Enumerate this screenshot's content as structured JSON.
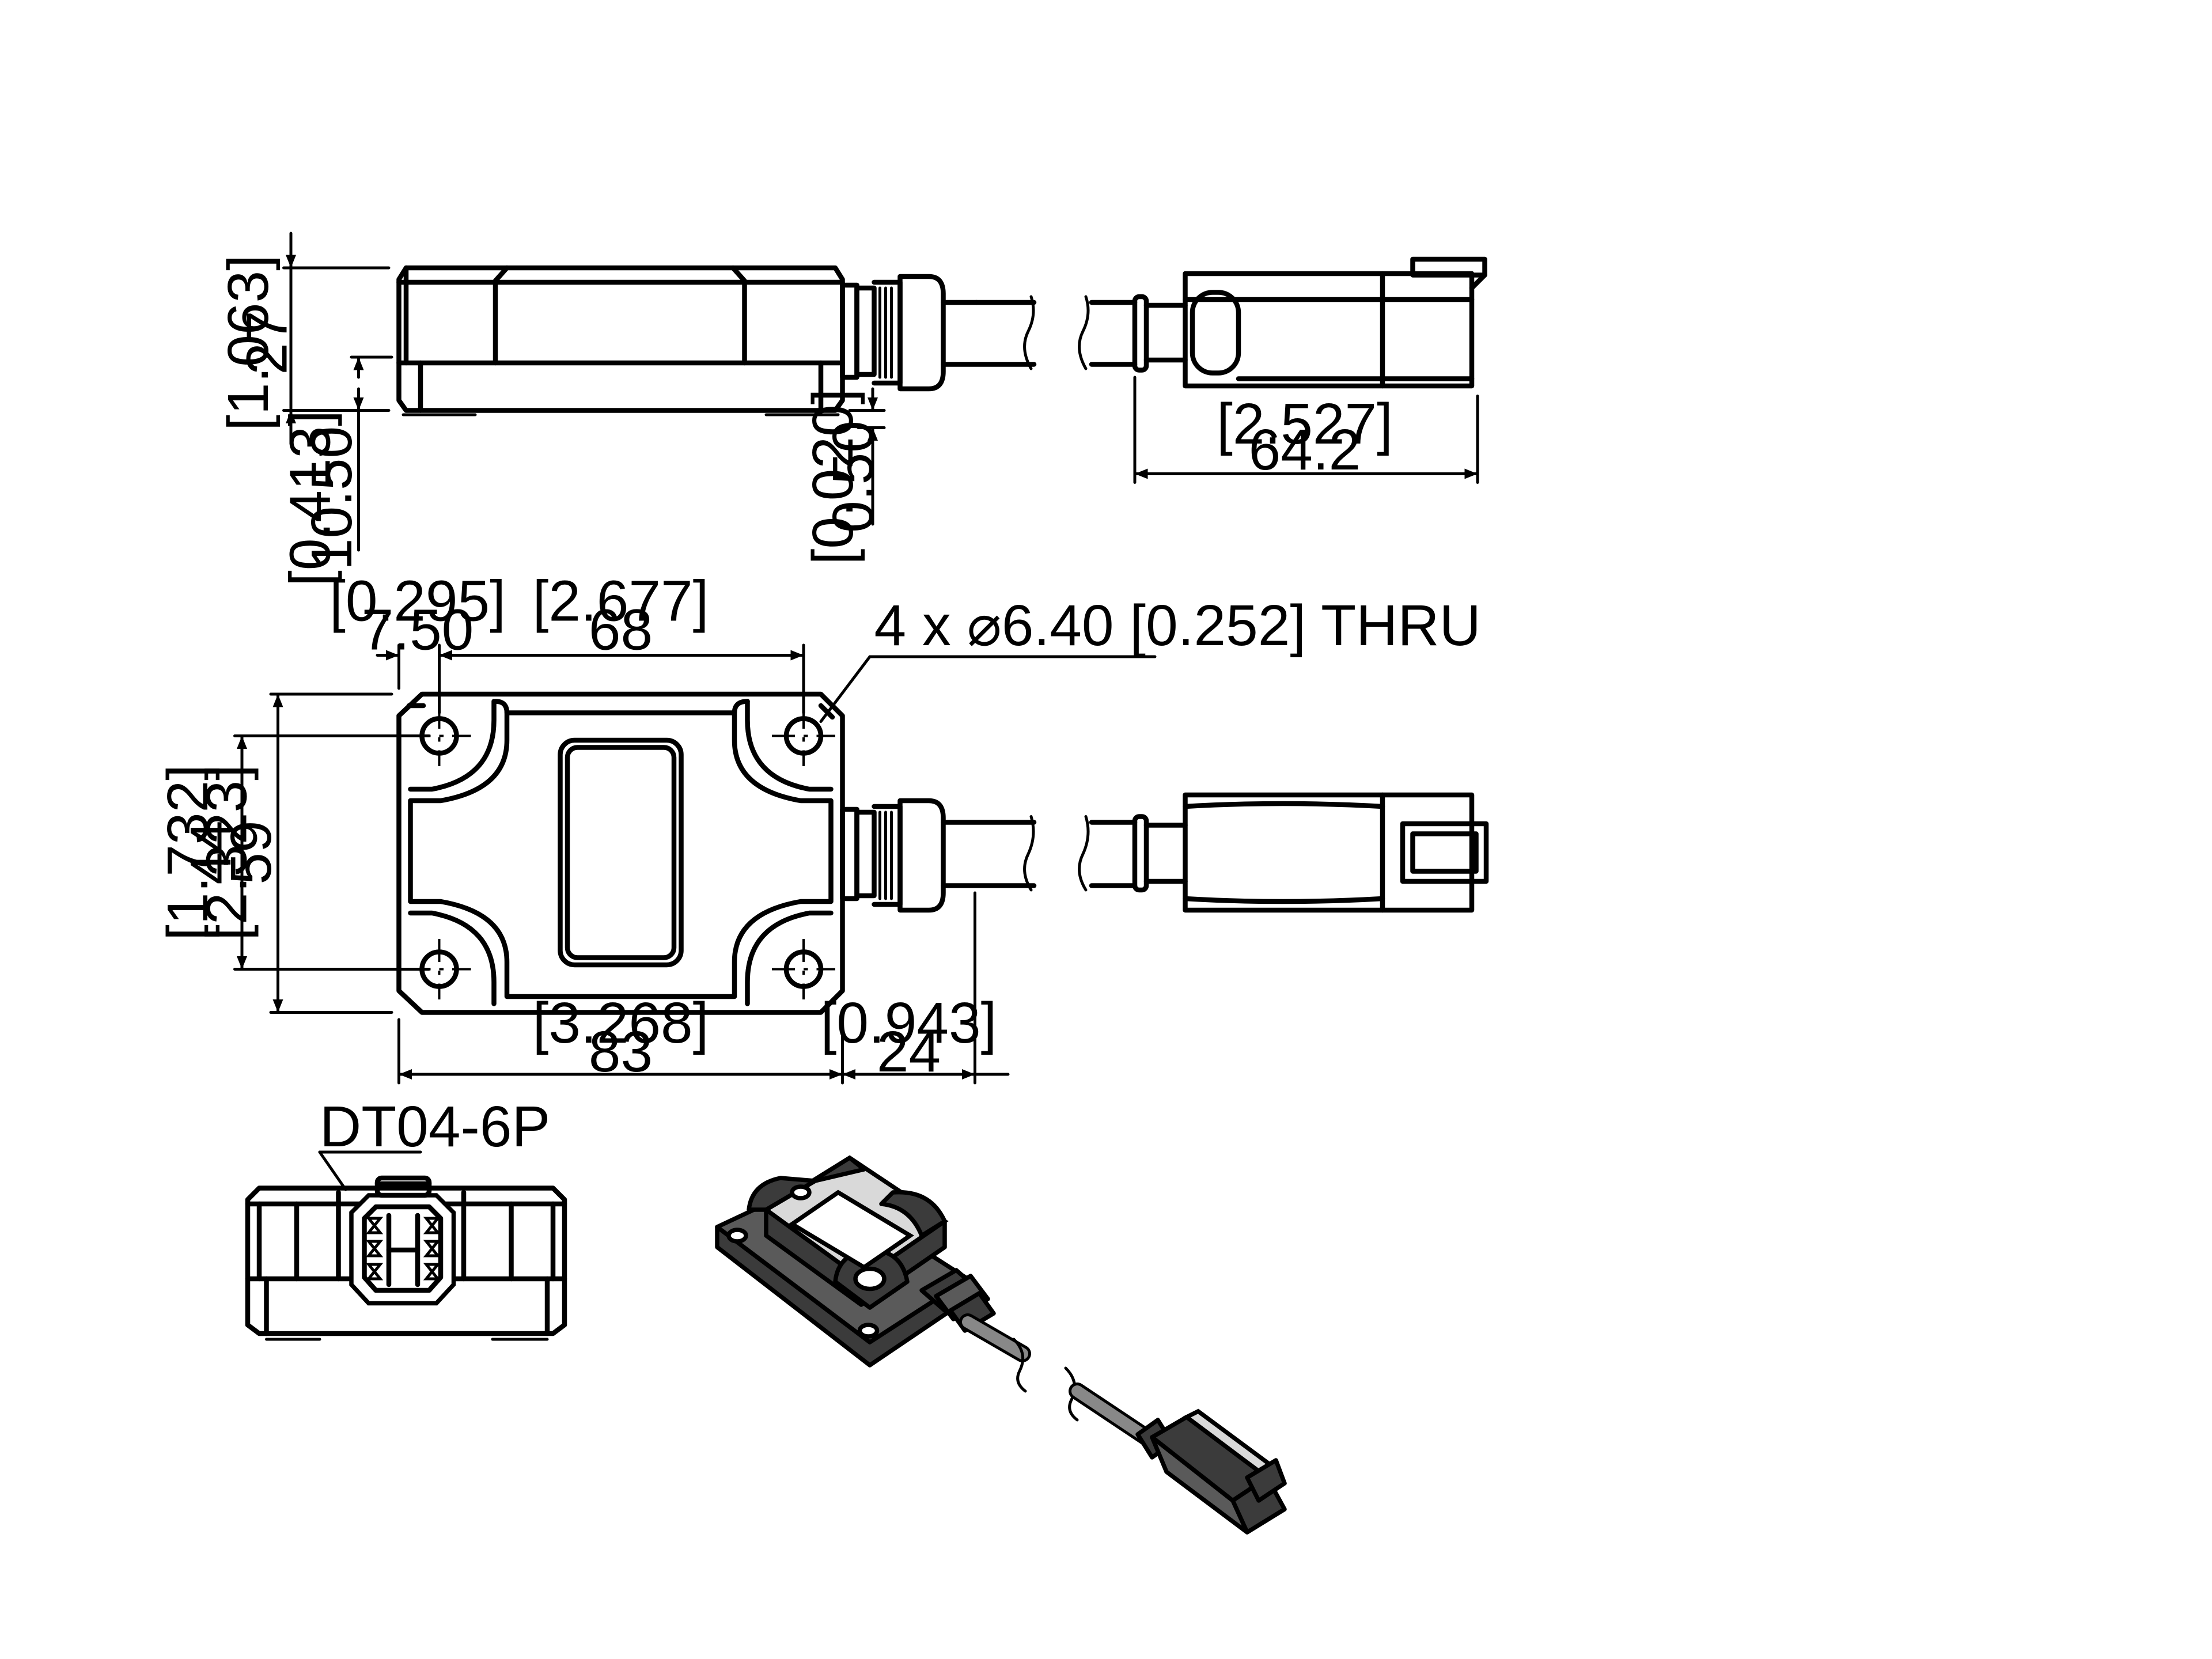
{
  "drawing": {
    "side_view": {
      "height_in": "[1.063]",
      "height_mm": "27",
      "base_in": "[0.413]",
      "base_mm": "10.50",
      "gap_in": "[0.020]",
      "gap_mm": "0.50",
      "connector_len_in": "[2.527]",
      "connector_len_mm": "64.2"
    },
    "top_view": {
      "edge_offset_in": "[0.295]",
      "edge_offset_mm": "7.50",
      "hole_span_x_in": "[2.677]",
      "hole_span_x_mm": "68",
      "hole_callout": "4 x ⌀6.40 [0.252] THRU",
      "hole_span_y_in": "[1.732]",
      "hole_span_y_mm": "44",
      "width_in": "[2.323]",
      "width_mm": "59",
      "length_in": "[3.268]",
      "length_mm": "83",
      "gland_in": "[0.943]",
      "gland_mm": "24"
    },
    "end_view": {
      "connector_label": "DT04-6P"
    }
  }
}
